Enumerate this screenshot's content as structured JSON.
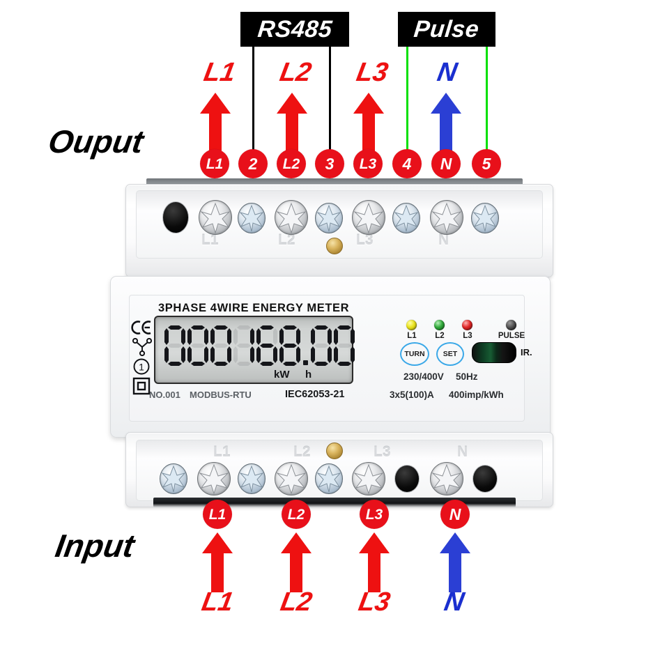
{
  "diagram": {
    "output_caption": "Ouput",
    "input_caption": "Input",
    "plates": [
      {
        "label": "RS485"
      },
      {
        "label": "Pulse"
      }
    ],
    "output_phase_labels": [
      {
        "text": "L1",
        "color": "#ee1111"
      },
      {
        "text": "L2",
        "color": "#ee1111"
      },
      {
        "text": "L3",
        "color": "#ee1111"
      },
      {
        "text": "N",
        "color": "#1a2fd0"
      }
    ],
    "output_terminal_badges": [
      {
        "text": "L1"
      },
      {
        "text": "2"
      },
      {
        "text": "L2"
      },
      {
        "text": "3"
      },
      {
        "text": "L3"
      },
      {
        "text": "4"
      },
      {
        "text": "N"
      },
      {
        "text": "5"
      }
    ],
    "input_terminal_badges": [
      {
        "text": "L1"
      },
      {
        "text": "L2"
      },
      {
        "text": "L3"
      },
      {
        "text": "N"
      }
    ],
    "input_phase_labels": [
      {
        "text": "L1",
        "color": "#ee1111"
      },
      {
        "text": "L2",
        "color": "#ee1111"
      },
      {
        "text": "L3",
        "color": "#ee1111"
      },
      {
        "text": "N",
        "color": "#1a2fd0"
      }
    ],
    "colors": {
      "red": "#ee1111",
      "blue": "#1a2fd0",
      "badge_red": "#e8101a",
      "green_line": "#00e000",
      "black": "#000000"
    }
  },
  "meter": {
    "title": "3PHASE 4WIRE ENERGY METER",
    "display": {
      "value": "000168.00",
      "unit_kw": "kW",
      "unit_h": "h"
    },
    "left_symbols": [
      {
        "name": "ce-mark",
        "text": "CE"
      },
      {
        "name": "three-phase-wye",
        "text": ""
      },
      {
        "name": "accuracy-class",
        "text": "1"
      },
      {
        "name": "class-ii",
        "text": ""
      }
    ],
    "leds": [
      {
        "label": "L1",
        "color": "#e8e11a"
      },
      {
        "label": "L2",
        "color": "#2fa83a"
      },
      {
        "label": "L3",
        "color": "#e02626"
      },
      {
        "label": "PULSE",
        "color": "#4a4a4a"
      }
    ],
    "buttons": [
      {
        "label": "TURN"
      },
      {
        "label": "SET"
      }
    ],
    "ir_label": "IR.",
    "rating_voltage": "230/400V",
    "rating_frequency": "50Hz",
    "rating_current": "3x5(100)A",
    "rating_pulse": "400imp/kWh",
    "serial": "NO.001",
    "protocol": "MODBUS-RTU",
    "standard": "IEC62053-21",
    "top_terminal_marks": [
      {
        "text": "L1"
      },
      {
        "text": "L2"
      },
      {
        "text": "L3"
      },
      {
        "text": "N"
      }
    ],
    "bottom_terminal_marks": [
      {
        "text": "L1"
      },
      {
        "text": "L2"
      },
      {
        "text": "L3"
      },
      {
        "text": "N"
      }
    ]
  }
}
